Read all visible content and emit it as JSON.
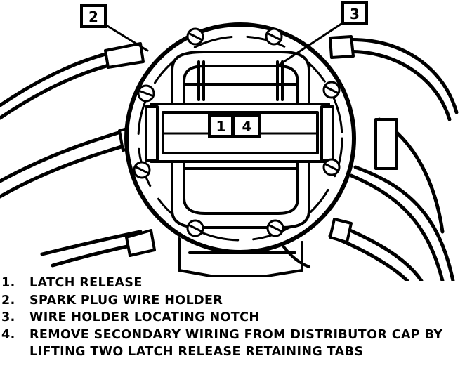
{
  "callouts": [
    {
      "id": "1",
      "label": "1"
    },
    {
      "id": "2",
      "label": "2"
    },
    {
      "id": "3",
      "label": "3"
    },
    {
      "id": "4",
      "label": "4"
    }
  ],
  "legend": [
    {
      "number": "1.",
      "text": "LATCH RELEASE"
    },
    {
      "number": "2.",
      "text": "SPARK PLUG WIRE HOLDER"
    },
    {
      "number": "3.",
      "text": "WIRE HOLDER LOCATING NOTCH"
    },
    {
      "number": "4.",
      "text": "REMOVE SECONDARY WIRING FROM DISTRIBUTOR CAP BY LIFTING TWO LATCH RELEASE RETAINING TABS"
    }
  ]
}
